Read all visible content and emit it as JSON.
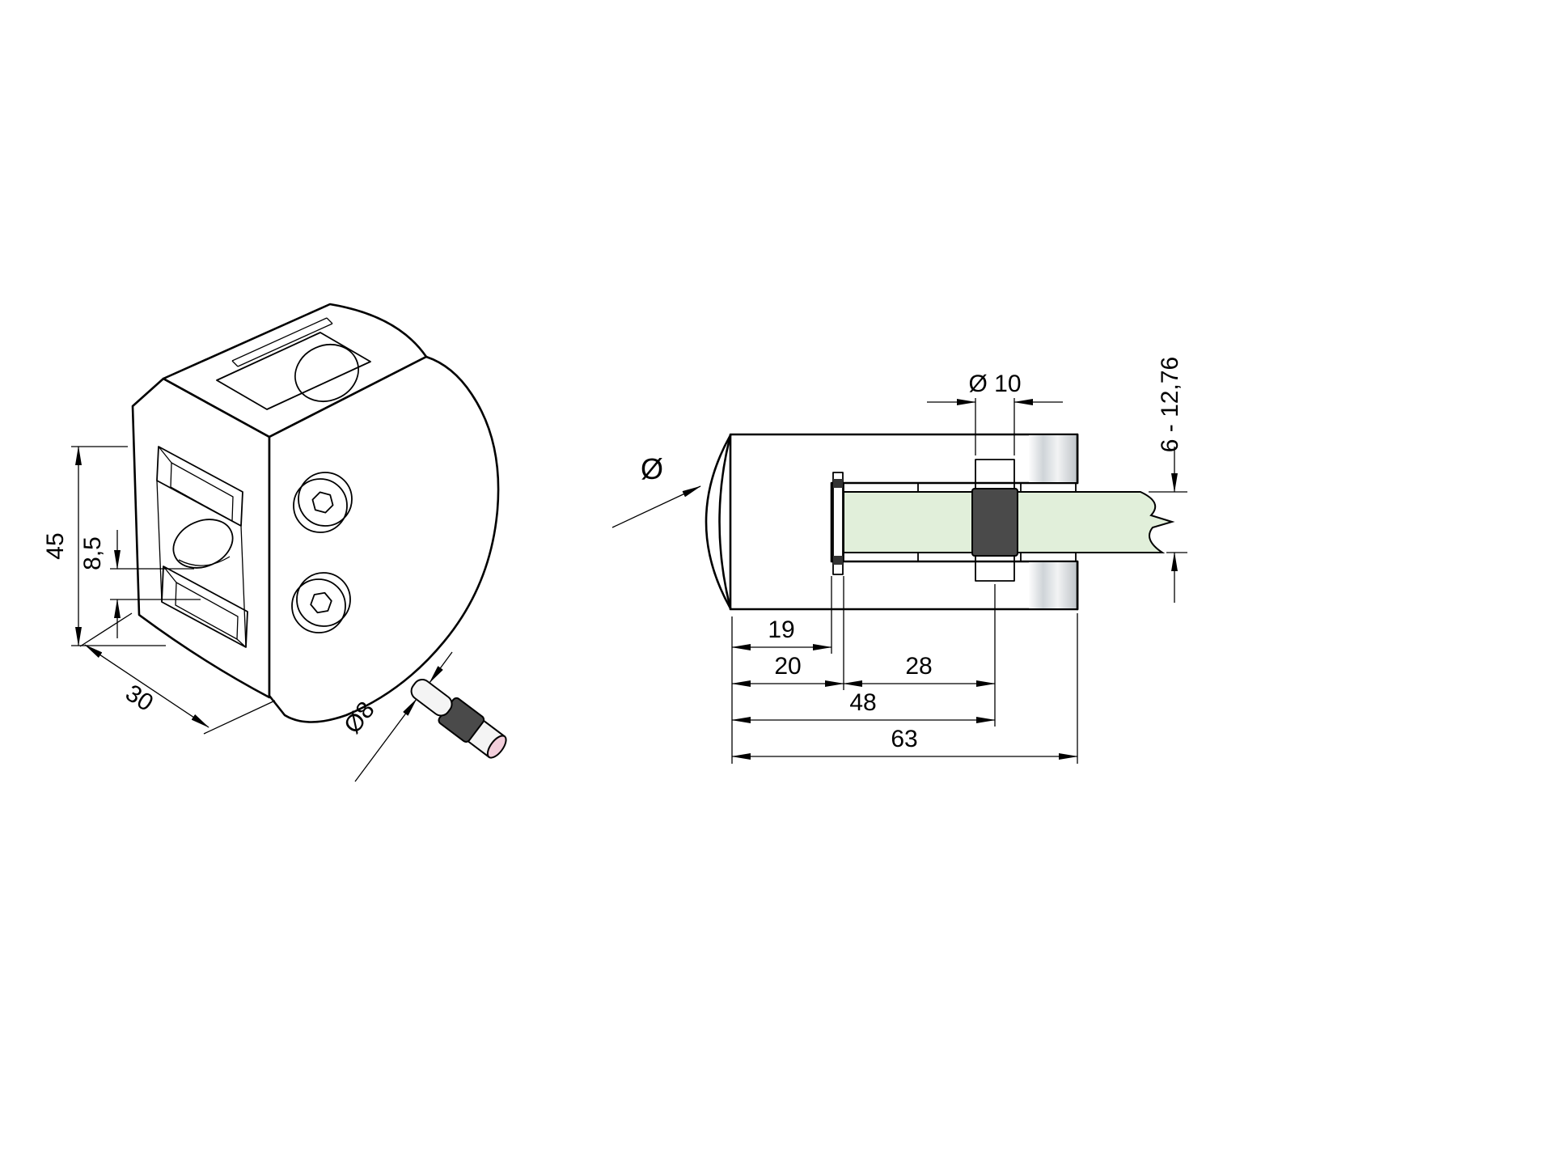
{
  "drawing": {
    "iso": {
      "dim_height": "45",
      "dim_slot_width": "8,5",
      "dim_depth": "30",
      "dim_pin_diameter": "Ø8"
    },
    "section": {
      "dim_hole_diameter": "Ø 10",
      "dim_glass_thickness_range": "6 - 12,76",
      "dim_post_diameter_symbol": "Ø",
      "dim_jaw_depth": "19",
      "dim_glass_inset": "20",
      "dim_hole_offset": "28",
      "dim_hole_center": "48",
      "dim_total_width": "63"
    },
    "colors": {
      "background": "#ffffff",
      "glass": "#e1efda",
      "rubber": "#4a4a4a",
      "pin_tip": "#f2cedb",
      "line": "#000000"
    }
  }
}
